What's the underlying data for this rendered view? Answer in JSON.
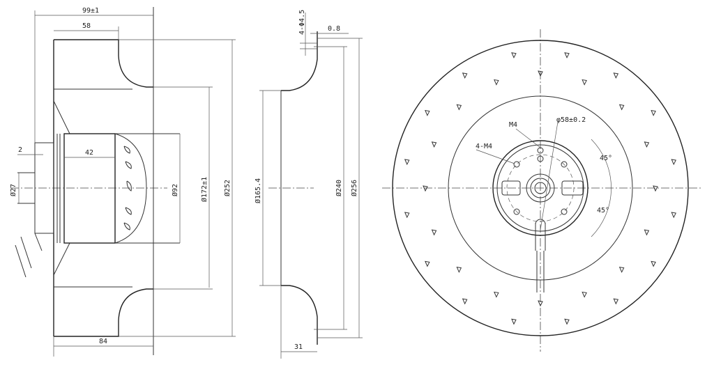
{
  "side_view": {
    "overall_length": "99±1",
    "blade_width": "58",
    "hub_step": "2",
    "motor_length": "42",
    "hub_diameter": "Ø27",
    "motor_diameter": "Ø92",
    "inlet_diameter": "Ø172±1",
    "wheel_diameter": "Ø252",
    "base_length": "84"
  },
  "inlet_ring_view": {
    "holes": "4-Φ4.5",
    "thickness": "0.8",
    "inner_diameter": "Ø165.4",
    "hole_circle": "Ø240",
    "outer_diameter": "Ø256",
    "depth": "31"
  },
  "front_view": {
    "screw": "M4",
    "pitch_circle": "φ58±0.2",
    "screws": "4-M4",
    "angle_top": "45°",
    "angle_bottom": "45°"
  }
}
